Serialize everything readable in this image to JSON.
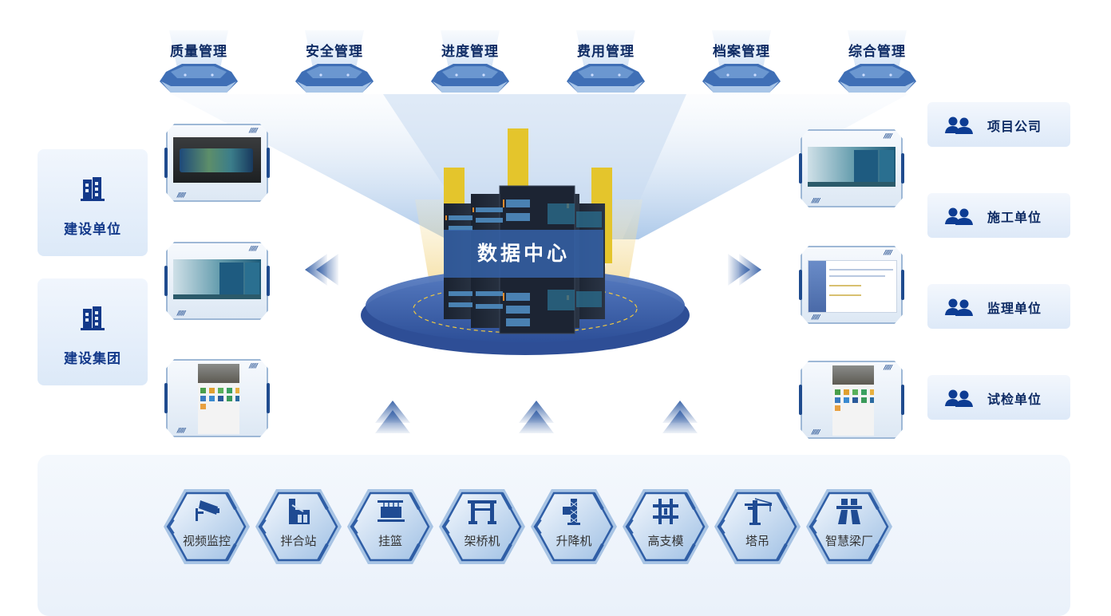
{
  "modules": [
    {
      "label": "质量管理",
      "icon": "hex-platform-icon"
    },
    {
      "label": "安全管理",
      "icon": "hex-platform-icon"
    },
    {
      "label": "进度管理",
      "icon": "hex-platform-icon"
    },
    {
      "label": "费用管理",
      "icon": "hex-platform-icon"
    },
    {
      "label": "档案管理",
      "icon": "hex-platform-icon"
    },
    {
      "label": "综合管理",
      "icon": "hex-platform-icon"
    }
  ],
  "left_orgs": [
    {
      "label": "建设单位",
      "icon": "building-icon"
    },
    {
      "label": "建设集团",
      "icon": "building-icon"
    }
  ],
  "right_roles": [
    {
      "label": "项目公司",
      "icon": "users-icon"
    },
    {
      "label": "施工单位",
      "icon": "users-icon"
    },
    {
      "label": "监理单位",
      "icon": "users-icon"
    },
    {
      "label": "试检单位",
      "icon": "users-icon"
    }
  ],
  "data_center": {
    "label": "数据中心"
  },
  "left_devices": [
    {
      "type": "command-center-display"
    },
    {
      "type": "web-dashboard"
    },
    {
      "type": "mobile-app"
    }
  ],
  "right_devices": [
    {
      "type": "web-dashboard"
    },
    {
      "type": "desktop-software"
    },
    {
      "type": "mobile-app"
    }
  ],
  "equipment": [
    {
      "label": "视频监控",
      "icon": "cctv-camera-icon"
    },
    {
      "label": "拌合站",
      "icon": "mixing-plant-icon"
    },
    {
      "label": "挂篮",
      "icon": "hanging-basket-icon"
    },
    {
      "label": "架桥机",
      "icon": "bridge-crane-icon"
    },
    {
      "label": "升降机",
      "icon": "elevator-icon"
    },
    {
      "label": "高支模",
      "icon": "formwork-icon"
    },
    {
      "label": "塔吊",
      "icon": "tower-crane-icon"
    },
    {
      "label": "智慧梁厂",
      "icon": "beam-factory-icon"
    }
  ],
  "colors": {
    "navy": "#0d2a63",
    "accent_blue": "#13398a",
    "gold": "#e6c530",
    "platform_blue": "#3a5ea6"
  }
}
